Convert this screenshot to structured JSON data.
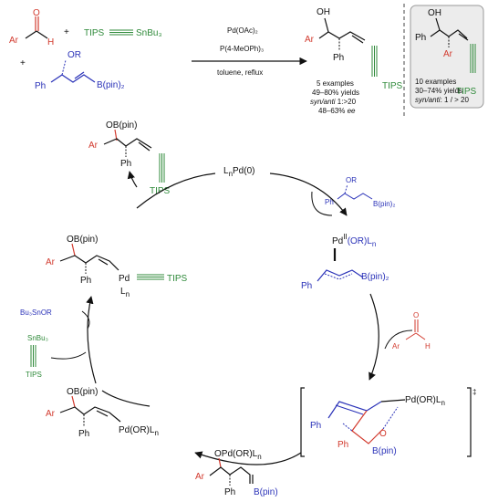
{
  "colors": {
    "ar_red": "#d23a2e",
    "blue": "#2a32b8",
    "green": "#2f8a3a",
    "black": "#111111",
    "box_fill": "#ececec",
    "box_stroke": "#9a9a9a",
    "dashed": "#444444"
  },
  "reaction": {
    "reactant1": {
      "ar": "Ar",
      "h": "H",
      "o": "O"
    },
    "plus1": "+",
    "plus2": "+",
    "reagent_tips": "TIPS",
    "reagent_sn": "SnBu₃",
    "allyl": {
      "or": "OR",
      "ph": "Ph",
      "bpin": "B(pin)₂"
    },
    "conditions": {
      "catalyst": "Pd(OAc)₂",
      "ligand": "P(4-MeOPh)₃",
      "solvent": "toluene, reflux"
    }
  },
  "product_syn": {
    "oh": "OH",
    "ar": "Ar",
    "ph": "Ph",
    "tips": "TIPS",
    "examples": "5 examples",
    "yields": "49–80% yields",
    "selectivity_label": "syn/anti",
    "selectivity_value": " 1:>20",
    "ee": "48–63%",
    "ee_label": "ee"
  },
  "product_anti": {
    "oh": "OH",
    "ph": "Ph",
    "ar": "Ar",
    "tips": "TIPS",
    "examples": "10 examples",
    "yields": "30–74% yields",
    "selectivity_label": "syn/anti",
    "selectivity_value": ": 1 / > 20"
  },
  "cycle": {
    "top_product": {
      "obpin": "OB(pin)",
      "ar": "Ar",
      "ph": "Ph",
      "tips": "TIPS"
    },
    "catalyst": {
      "l": "L",
      "n": "n",
      "pd0": "Pd(0)"
    },
    "allyl_in": {
      "or": "OR",
      "ph": "Ph",
      "bpin": "B(pin)₂"
    },
    "pi_allyl": {
      "pd": "Pd",
      "ox": "II",
      "orl": "(OR)L",
      "n": "n",
      "ph": "Ph",
      "bpin": "B(pin)₂"
    },
    "aldehyde_in": {
      "o": "O",
      "ar": "Ar",
      "h": "H"
    },
    "ts": {
      "pd": "Pd(OR)L",
      "n": "n",
      "ph1": "Ph",
      "ph2": "Ph",
      "o": "O",
      "bpin": "B(pin)",
      "dagger": "‡"
    },
    "alkoxide": {
      "o": "O",
      "pd": "Pd(OR)L",
      "n": "n",
      "ar": "Ar",
      "ph": "Ph",
      "bpin": "B(pin)"
    },
    "boryl_pd": {
      "obpin": "OB(pin)",
      "ar": "Ar",
      "ph": "Ph",
      "pd": "Pd(OR)L",
      "n": "n"
    },
    "tin_byproduct": "Bu₃SnOR",
    "stannane": {
      "sn": "SnBu₃",
      "tips": "TIPS"
    },
    "alkynyl_pd": {
      "obpin": "OB(pin)",
      "ar": "Ar",
      "ph": "Ph",
      "pd": "Pd",
      "l": "L",
      "n": "n",
      "tips": "TIPS"
    }
  }
}
